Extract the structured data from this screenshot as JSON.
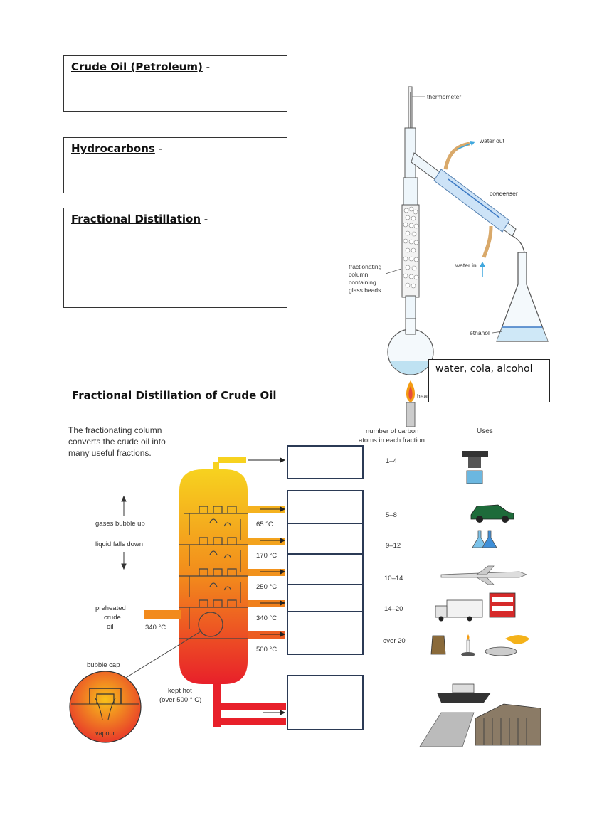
{
  "definitions": [
    {
      "term": "Crude Oil (Petroleum)",
      "sep": " -"
    },
    {
      "term": "Hydrocarbons",
      "sep": " -"
    },
    {
      "term": "Fractional Distillation",
      "sep": "  -"
    }
  ],
  "apparatus": {
    "thermometer": "thermometer",
    "water_out": "water out",
    "condenser": "condenser",
    "water_in": "water in",
    "column": [
      "fractionating",
      "column",
      "containing",
      "glass beads"
    ],
    "ethanol": "ethanol",
    "heat": "heat",
    "mixture_note": "water, cola, alcohol"
  },
  "section_title": "Fractional Distillation of Crude Oil",
  "tower": {
    "intro": [
      "The fractionating column",
      "converts the crude oil into",
      "many useful fractions."
    ],
    "gases": "gases bubble up",
    "liquid": "liquid falls down",
    "preheated": [
      "preheated",
      "crude",
      "oil"
    ],
    "inlet_temp": "340 °C",
    "bubble_cap": "bubble cap",
    "vapour": "vapour",
    "kept_hot": [
      "kept hot",
      "(over 500 ° C)"
    ],
    "temps": [
      "65 °C",
      "170 °C",
      "250 °C",
      "340 °C",
      "500 °C"
    ],
    "col_carbon": [
      "number of carbon",
      "atoms in each fraction"
    ],
    "col_uses": "Uses",
    "carbon_counts": [
      "1–4",
      "5–8",
      "9–12",
      "10–14",
      "14–20",
      "over 20"
    ]
  },
  "colors": {
    "tower_top": "#f7d21f",
    "tower_bottom": "#e8202a",
    "box_border": "#2b3a55"
  }
}
